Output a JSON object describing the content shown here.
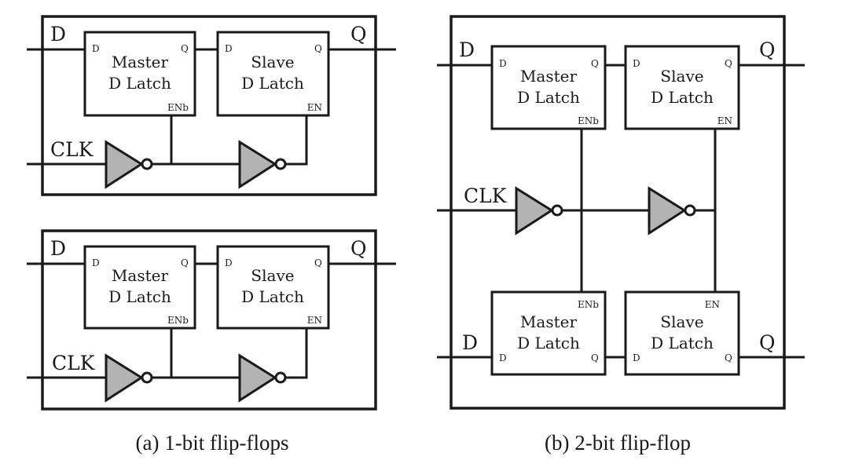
{
  "latch": {
    "master_line1": "Master",
    "slave_line1": "Slave",
    "line2": "D Latch",
    "pin_d": "D",
    "pin_q": "Q",
    "pin_en": "EN",
    "pin_enb": "ENb"
  },
  "signals": {
    "d": "D",
    "q": "Q",
    "clk": "CLK"
  },
  "captions": {
    "a": "(a) 1-bit flip-flops",
    "b": "(b) 2-bit flip-flop"
  }
}
